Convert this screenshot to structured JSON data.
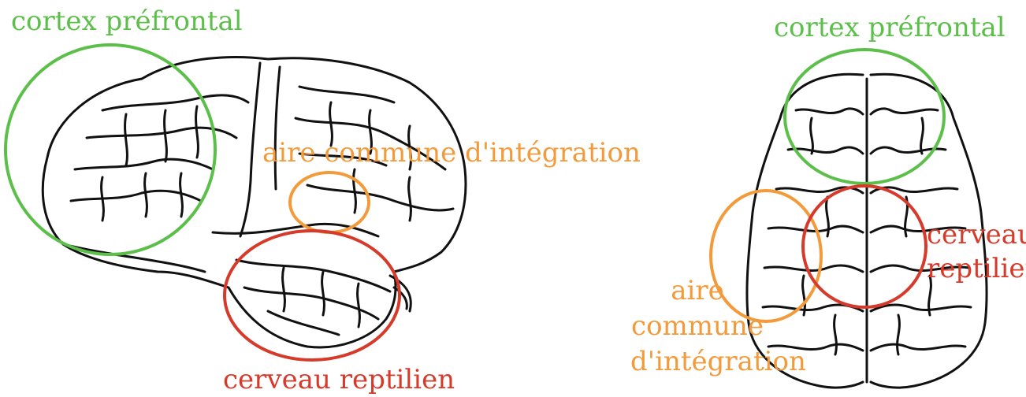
{
  "colors": {
    "prefrontal": "#5cbf4a",
    "integration": "#f39a3a",
    "reptilian": "#d63a2a",
    "outline": "#111111"
  },
  "side_view": {
    "icon": "brain-side-view",
    "prefrontal_label": "cortex préfrontal",
    "integration_label": "aire commune d'intégration",
    "reptilian_label": "cerveau reptilien"
  },
  "top_view": {
    "icon": "brain-top-view",
    "prefrontal_label": "cortex préfrontal",
    "integration_lines": [
      "aire",
      "commune",
      "d'intégration"
    ],
    "reptilian_lines": [
      "cerveau",
      "reptilien"
    ]
  }
}
